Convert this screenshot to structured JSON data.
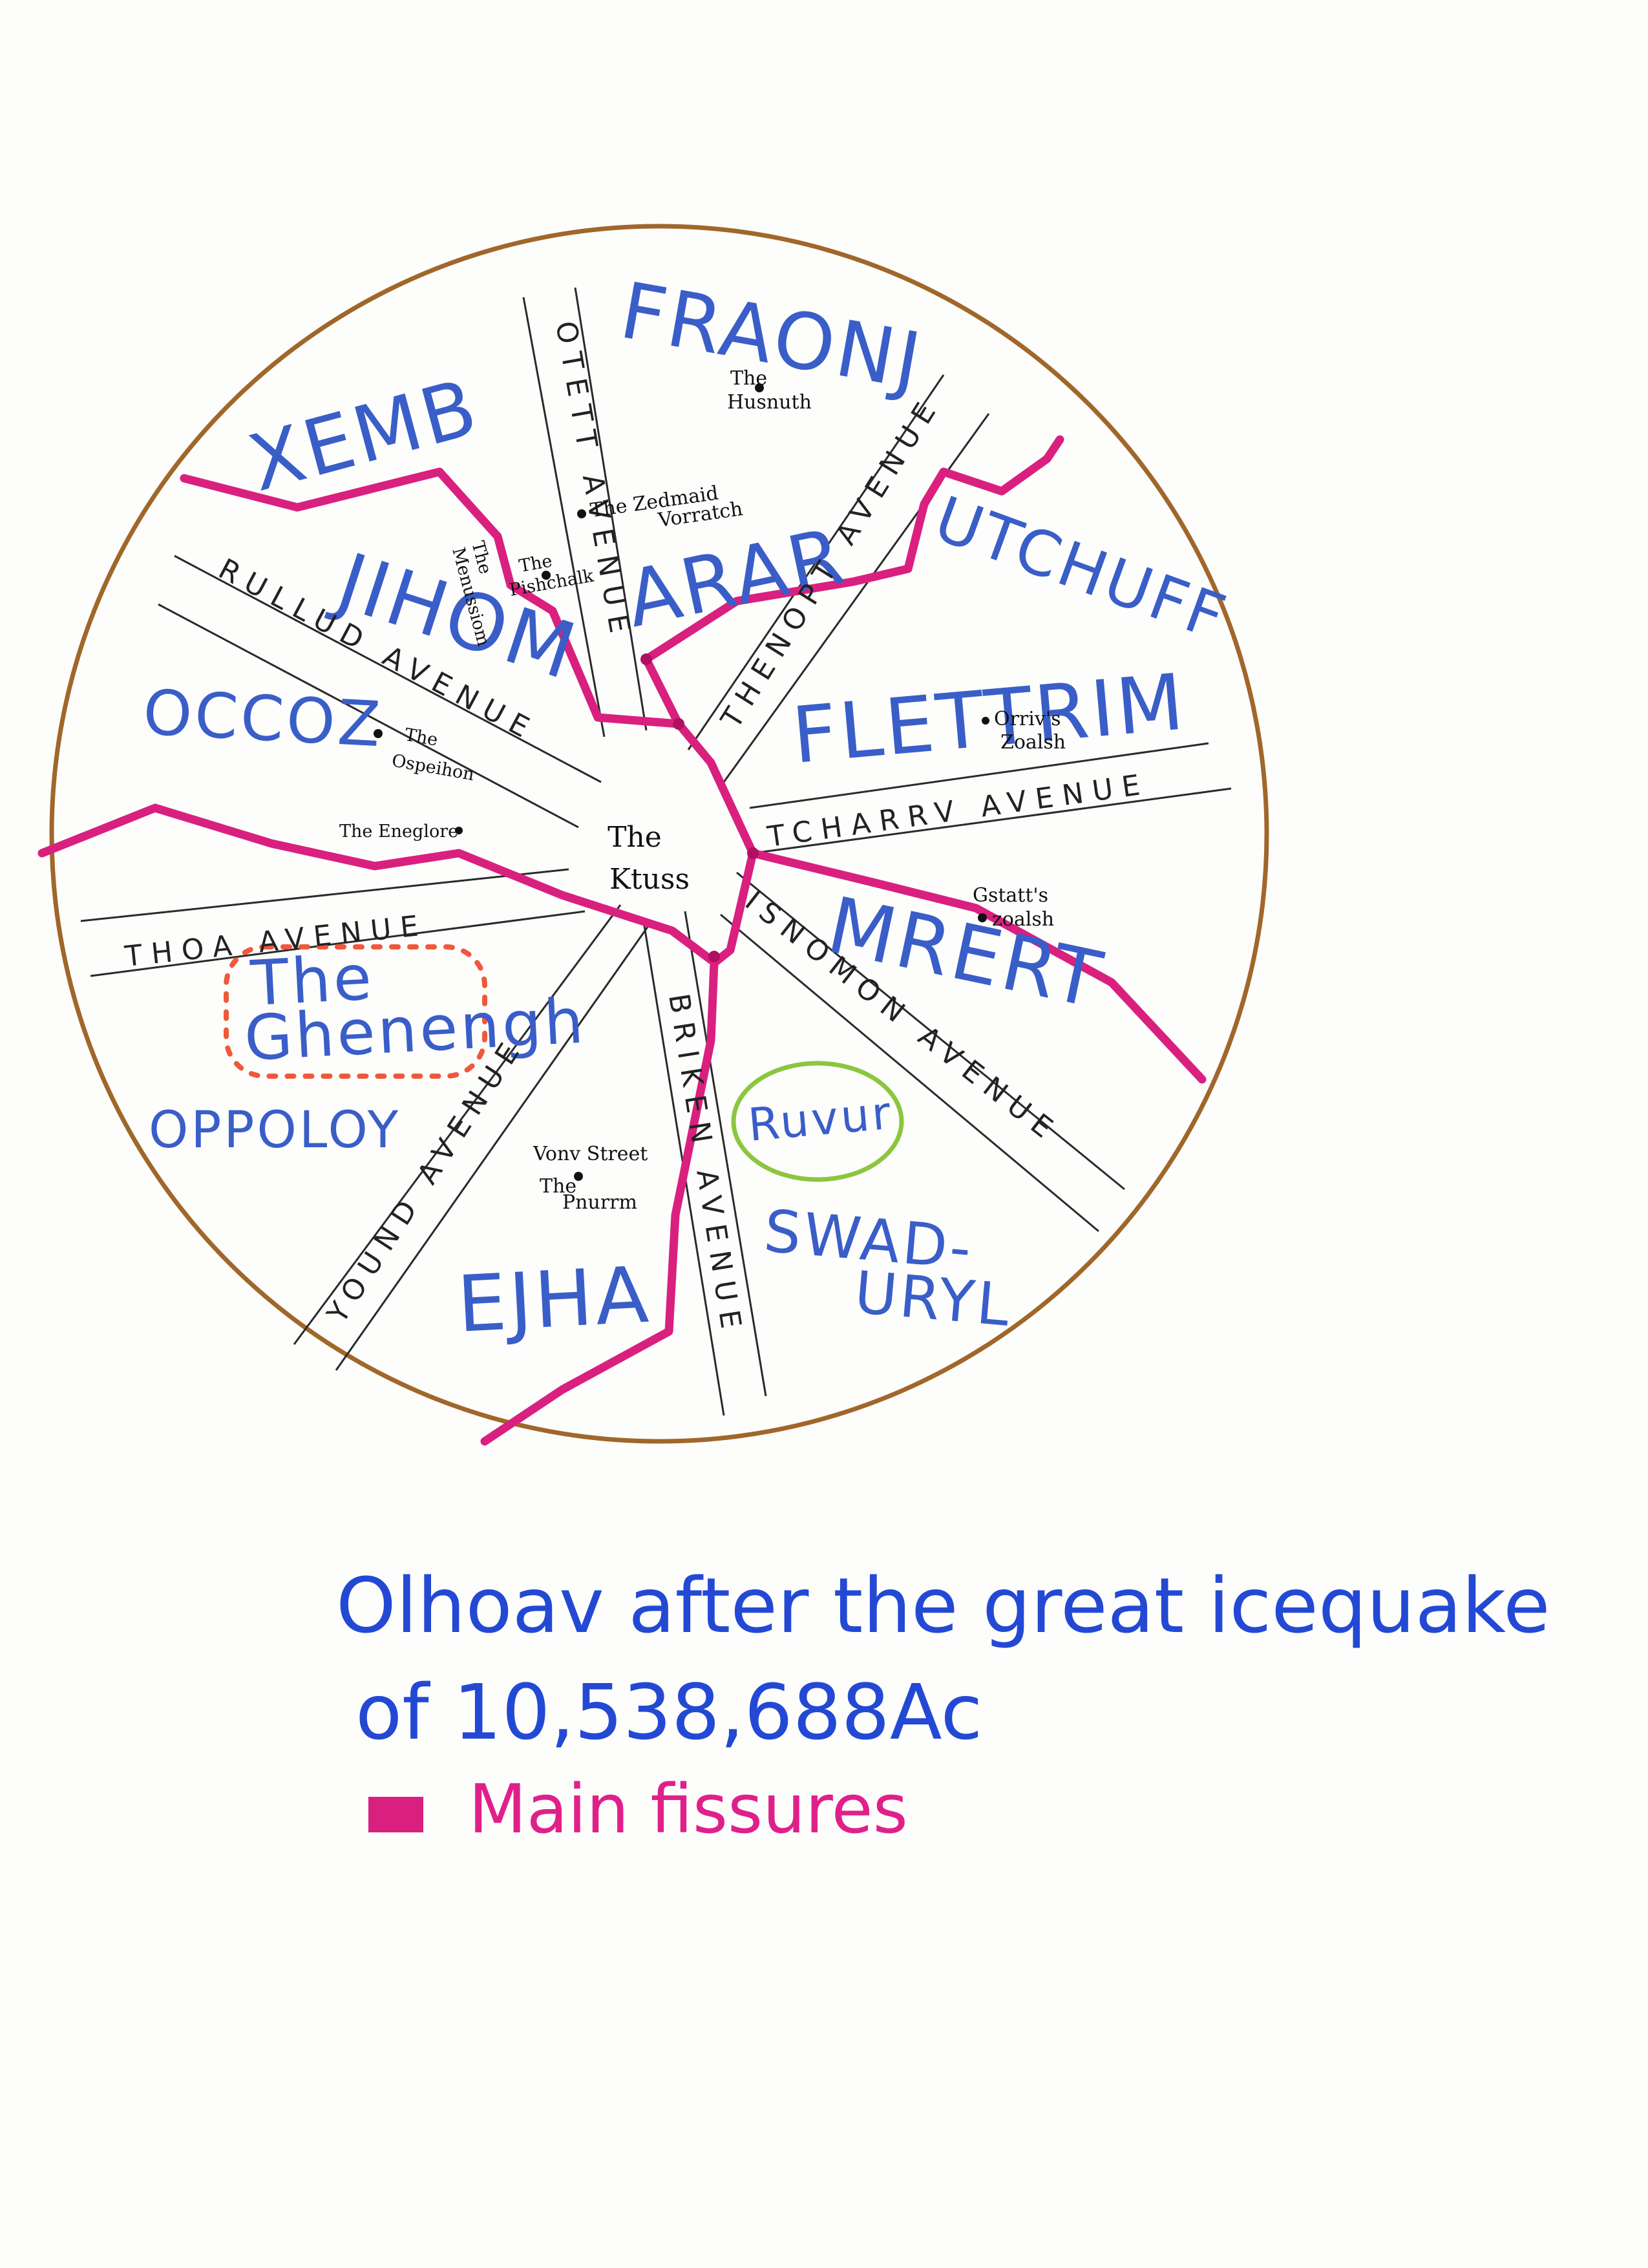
{
  "map": {
    "center_label": [
      "The",
      "Ktuss"
    ],
    "districts": {
      "xemb": "XEMB",
      "fraonj": "FRAONJ",
      "utchuff": "UTCHUFF",
      "arar": "ARAR",
      "jihom": "JIHOM",
      "flettrim": "FLETTRIM",
      "occoz": "OCCOZ",
      "mrert": "MRERT",
      "ghenengh": [
        "The",
        "Ghenengh"
      ],
      "oppoloy": "OPPOLOY",
      "ruvur": "Ruvur",
      "swaduryl": [
        "SWAD-",
        "URYL"
      ],
      "ejha": "EJHA"
    },
    "avenues": {
      "otett": "OTETT AVENUE",
      "thenopt": "THENOPT AVENUE",
      "tcharrv": "TCHARRV AVENUE",
      "isnomon": "ISNOMON AVENUE",
      "briken": "BRIKEN AVENUE",
      "yound": "YOUND AVENUE",
      "thoa": "THOA AVENUE",
      "rullud": "RULLUD AVENUE"
    },
    "places": {
      "husnuth": [
        "The",
        "Husnuth"
      ],
      "zedmaid": [
        "The Zedmaid",
        "Vorratch"
      ],
      "menussiom": [
        "The",
        "Menussiom"
      ],
      "pishchalk": [
        "The",
        "Pishchalk"
      ],
      "orriv": [
        "Orriv's",
        "Zoalsh"
      ],
      "ospeihon": [
        "The",
        "Ospeihon"
      ],
      "eneglore": "The Eneglore",
      "gstatt": [
        "Gstatt's",
        "zoalsh"
      ],
      "vonv": "Vonv Street",
      "pnurrm": [
        "The",
        "Pnurrm"
      ]
    },
    "colors": {
      "rim": "#a0672a",
      "fissure": "#d9207f",
      "district_text": "#3a5ec8",
      "ghenengh_outline": "#f0583a",
      "ruvur_outline": "#8cc63f"
    }
  },
  "caption": {
    "line1": "Olhoav after the great icequake",
    "line2": "of 10,538,688Ac"
  },
  "legend": {
    "label": "Main fissures",
    "swatch_color": "#d9207f"
  }
}
